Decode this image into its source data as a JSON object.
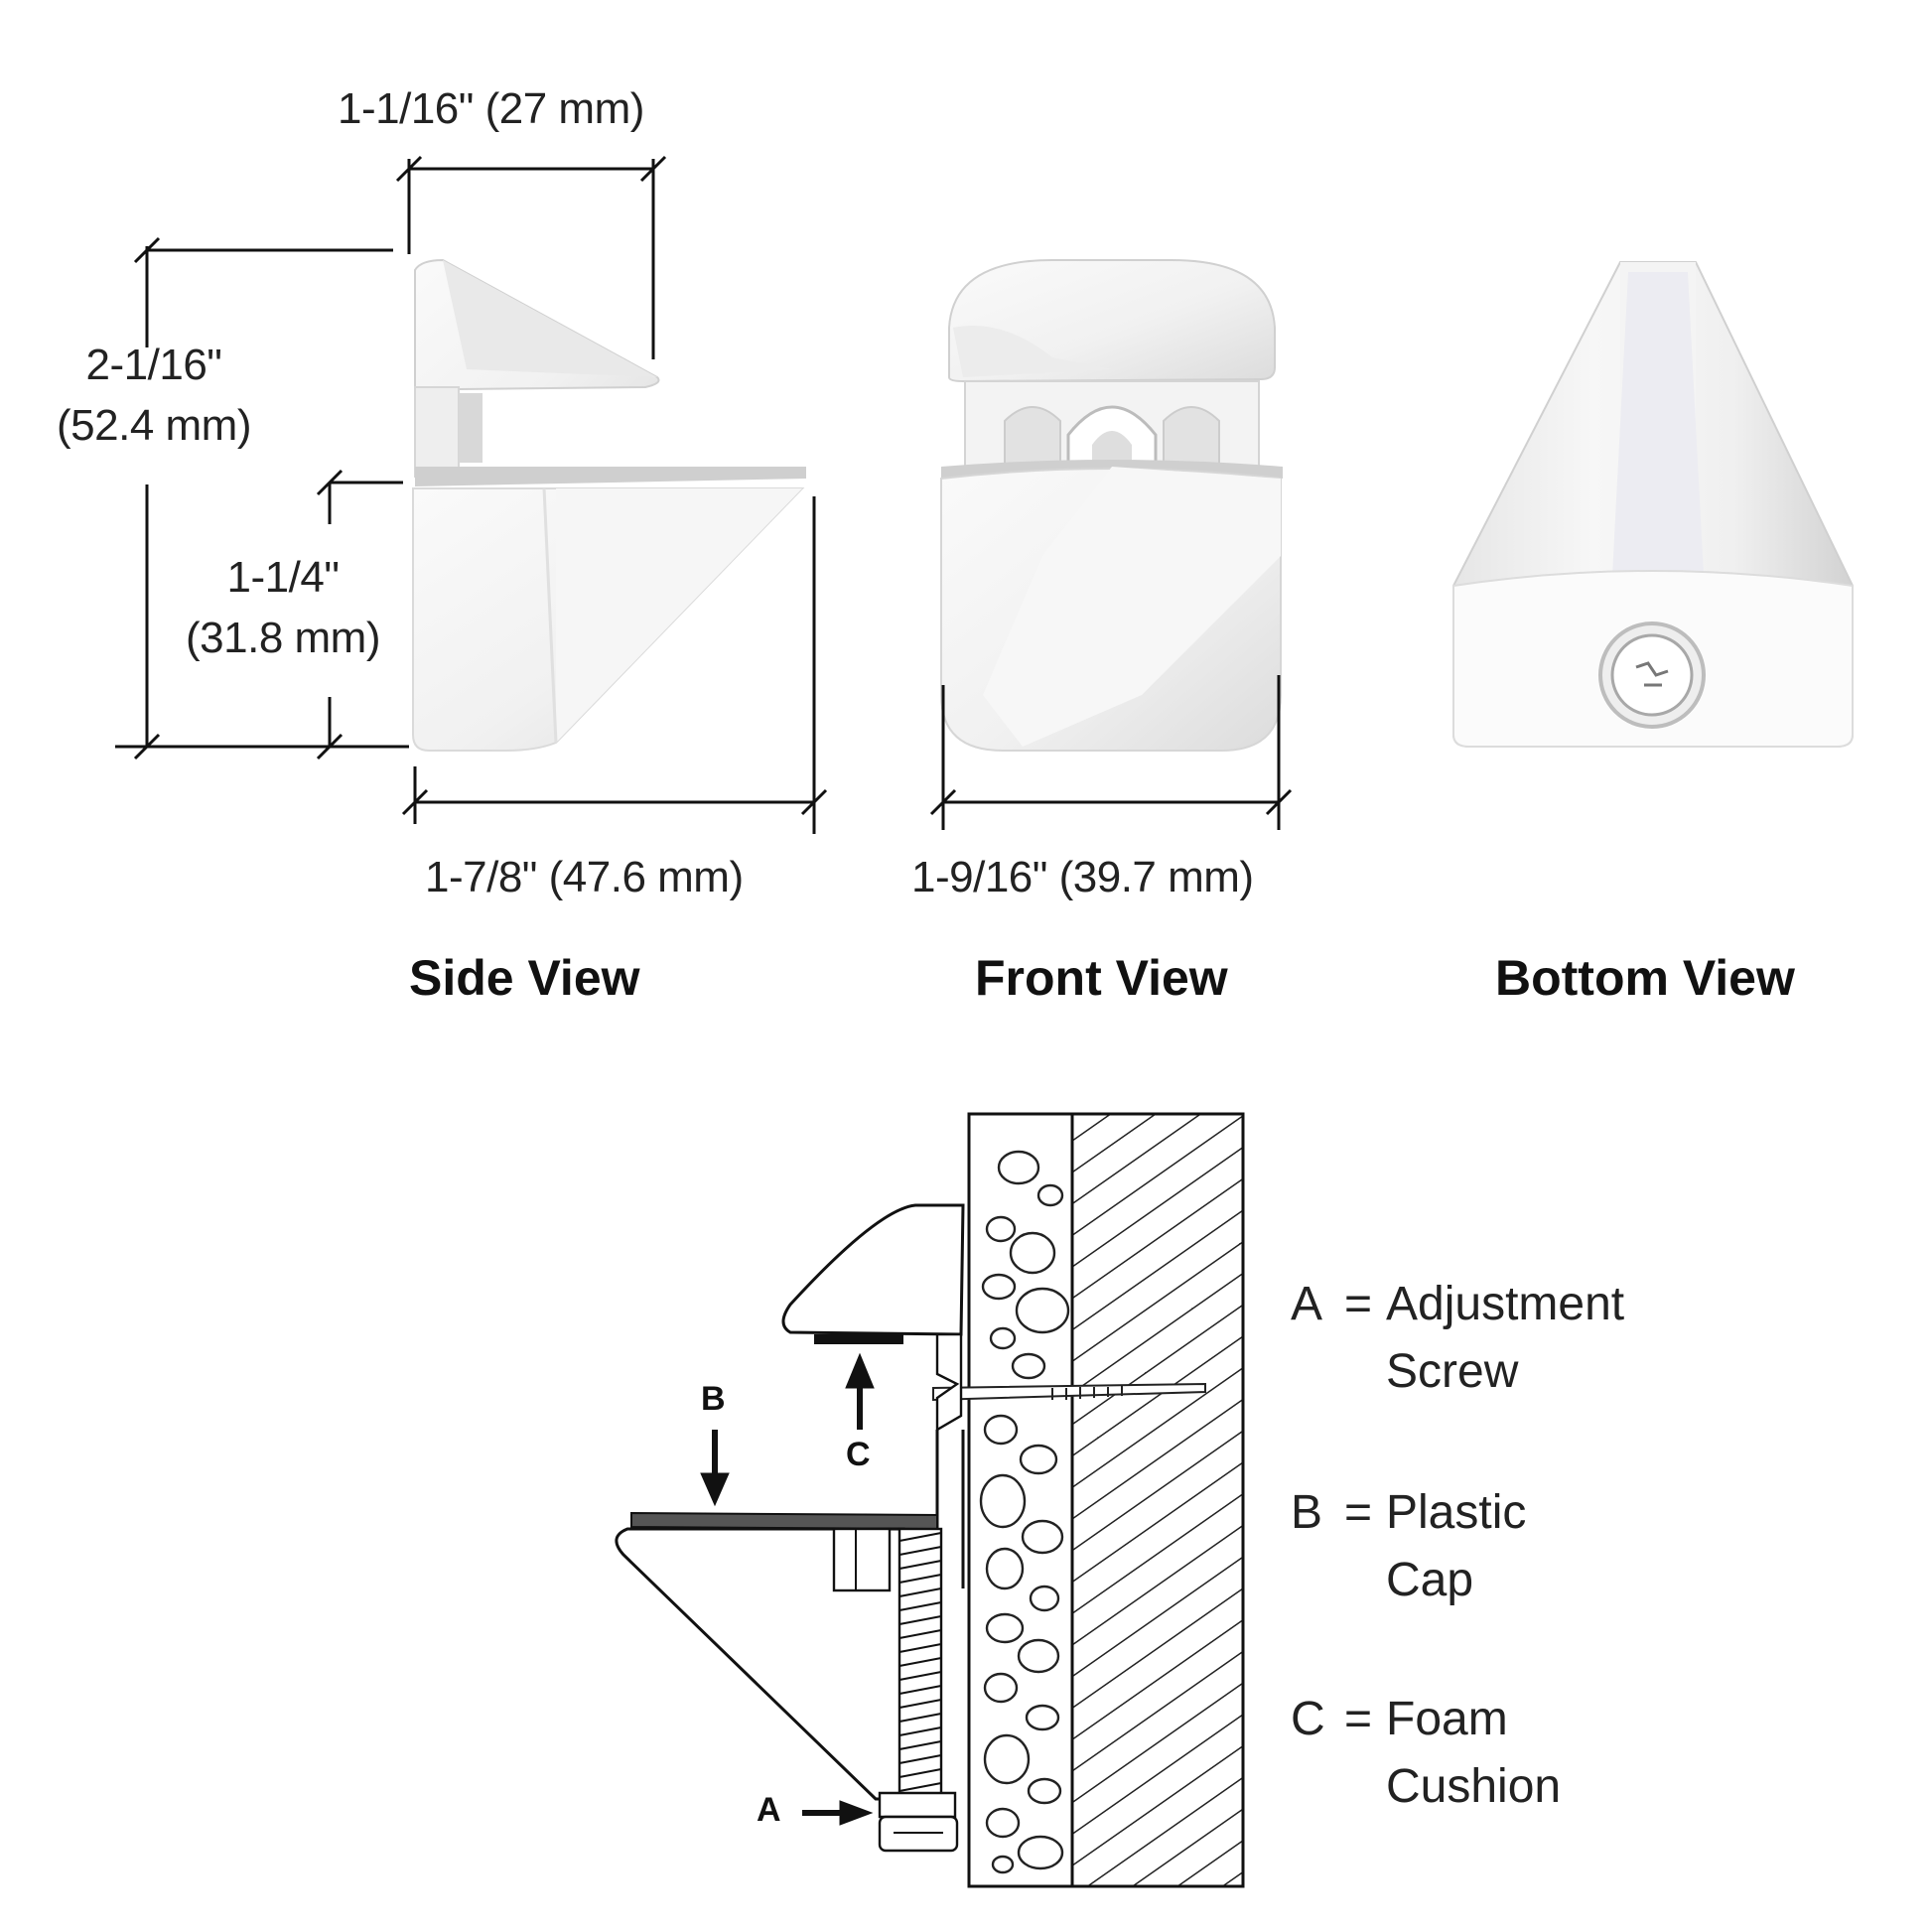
{
  "views": {
    "side": {
      "title": "Side View",
      "dim_top_width": "1-1/16\" (27 mm)",
      "dim_total_height_line1": "2-1/16\"",
      "dim_total_height_line2": "(52.4 mm)",
      "dim_lower_height_line1": "1-1/4\"",
      "dim_lower_height_line2": "(31.8 mm)",
      "dim_depth": "1-7/8\" (47.6 mm)"
    },
    "front": {
      "title": "Front View",
      "dim_width": "1-9/16\" (39.7 mm)"
    },
    "bottom": {
      "title": "Bottom View"
    }
  },
  "installation": {
    "callouts": {
      "a": "A",
      "b": "B",
      "c": "C"
    },
    "legend": [
      {
        "key": "A",
        "eq": "=",
        "line1": "Adjustment",
        "line2": "Screw"
      },
      {
        "key": "B",
        "eq": "=",
        "line1": "Plastic",
        "line2": "Cap"
      },
      {
        "key": "C",
        "eq": "=",
        "line1": "Foam",
        "line2": "Cushion"
      }
    ]
  }
}
